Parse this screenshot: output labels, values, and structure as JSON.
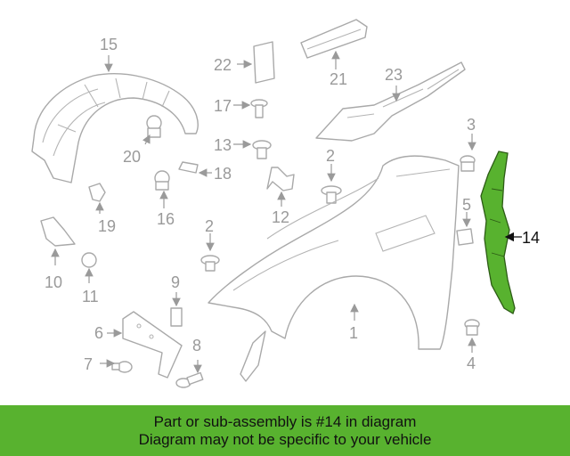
{
  "diagram": {
    "highlight_color": "#58b22f",
    "labels": [
      {
        "id": "15",
        "text": "15"
      },
      {
        "id": "22",
        "text": "22"
      },
      {
        "id": "21",
        "text": "21"
      },
      {
        "id": "23",
        "text": "23"
      },
      {
        "id": "17",
        "text": "17"
      },
      {
        "id": "20",
        "text": "20"
      },
      {
        "id": "13",
        "text": "13"
      },
      {
        "id": "18",
        "text": "18"
      },
      {
        "id": "3",
        "text": "3"
      },
      {
        "id": "2a",
        "text": "2"
      },
      {
        "id": "19",
        "text": "19"
      },
      {
        "id": "16",
        "text": "16"
      },
      {
        "id": "12",
        "text": "12"
      },
      {
        "id": "5",
        "text": "5"
      },
      {
        "id": "14",
        "text": "14"
      },
      {
        "id": "2b",
        "text": "2"
      },
      {
        "id": "10",
        "text": "10"
      },
      {
        "id": "11",
        "text": "11"
      },
      {
        "id": "9",
        "text": "9"
      },
      {
        "id": "1",
        "text": "1"
      },
      {
        "id": "6",
        "text": "6"
      },
      {
        "id": "8",
        "text": "8"
      },
      {
        "id": "7",
        "text": "7"
      },
      {
        "id": "4",
        "text": "4"
      }
    ]
  },
  "footer": {
    "line1": "Part or sub-assembly is #14 in diagram",
    "line2": "Diagram may not be specific to your vehicle",
    "color": "#58b22f"
  }
}
